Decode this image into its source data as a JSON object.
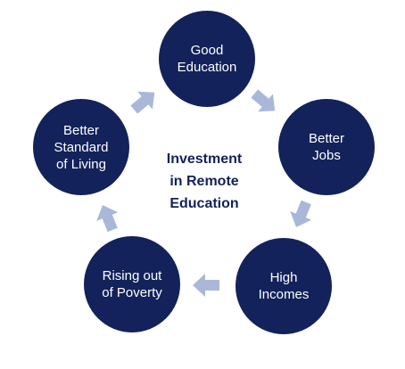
{
  "diagram": {
    "center_title": "Investment\nin Remote\nEducation",
    "nodes": [
      {
        "id": "good-education",
        "label": "Good\nEducation"
      },
      {
        "id": "better-jobs",
        "label": "Better\nJobs"
      },
      {
        "id": "high-incomes",
        "label": "High\nIncomes"
      },
      {
        "id": "rising-poverty",
        "label": "Rising out\nof Poverty"
      },
      {
        "id": "better-standard",
        "label": "Better\nStandard\nof Living"
      }
    ]
  },
  "colors": {
    "node_fill": "#13225a",
    "node_text": "#ffffff",
    "arrow_fill": "#a9b8d9",
    "title_text": "#13225a"
  }
}
